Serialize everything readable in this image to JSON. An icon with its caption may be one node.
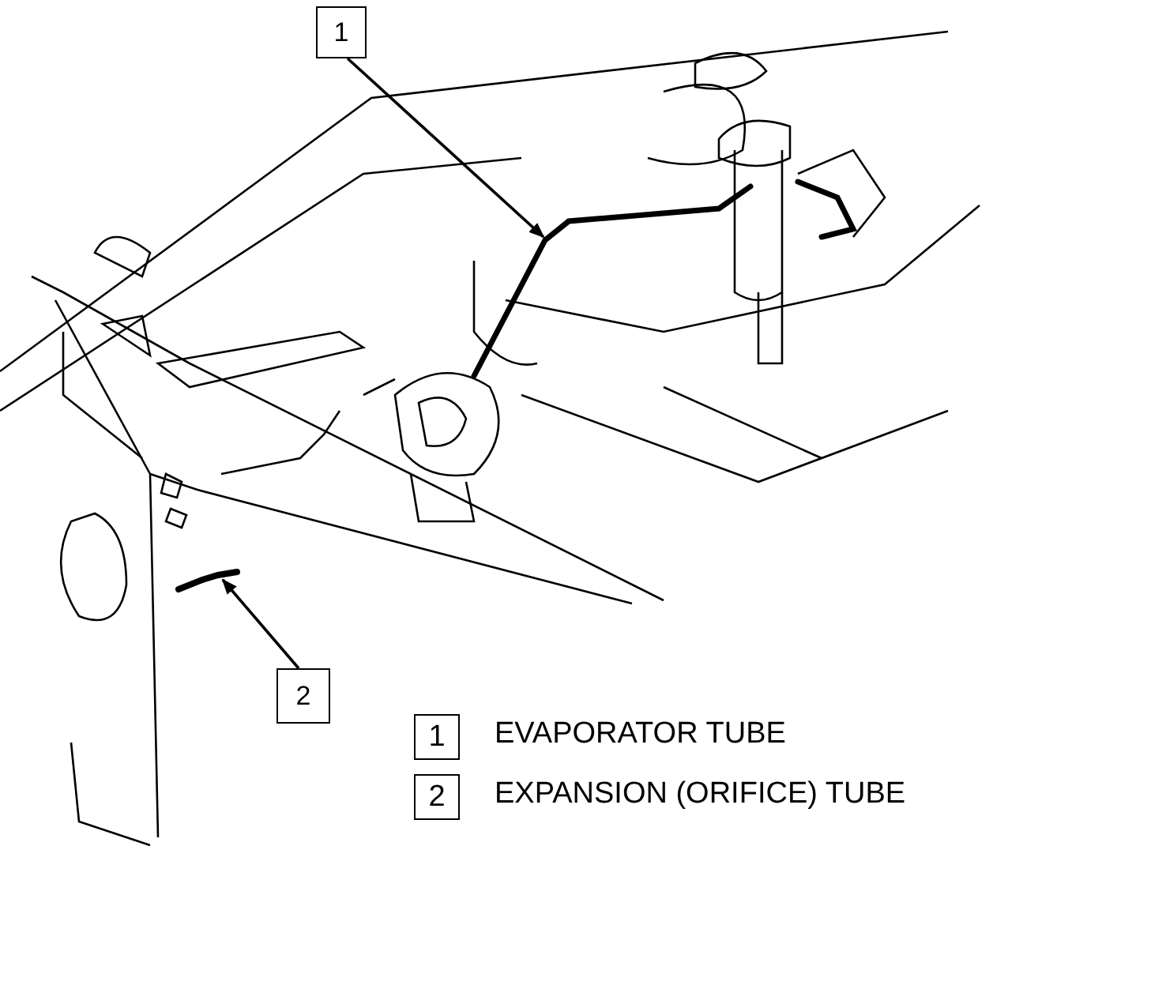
{
  "diagram": {
    "nodes": [
      {
        "text": [
          "1"
        ]
      },
      {
        "text": [],
        "shape": "picture"
      },
      {
        "text": [
          "2"
        ]
      },
      {
        "text": [],
        "shape": "picture"
      }
    ],
    "edges": [
      {
        "from": 0,
        "to": 1,
        "arrow": "to"
      },
      {
        "from": 2,
        "to": 3,
        "arrow": "to"
      }
    ],
    "labels": [
      "1",
      "EVAPORATOR TUBE",
      "2",
      "EXPANSION (ORIFICE) TUBE"
    ]
  }
}
